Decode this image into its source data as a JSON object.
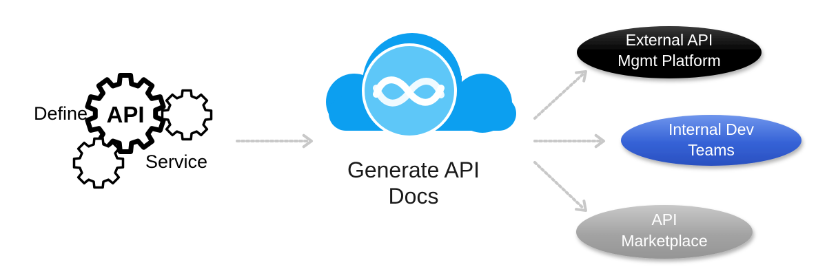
{
  "source": {
    "gear_label": "API",
    "left_label": "Define",
    "right_label": "Service"
  },
  "center": {
    "label_line1": "Generate API",
    "label_line2": "Docs"
  },
  "targets": [
    {
      "line1": "External API",
      "line2": "Mgmt Platform",
      "color": "#000000",
      "text_color": "#ffffff"
    },
    {
      "line1": "Internal Dev",
      "line2": "Teams",
      "color": "#3a68d8",
      "text_color": "#ffffff"
    },
    {
      "line1": "API",
      "line2": "Marketplace",
      "color": "#a6a6a6",
      "text_color": "#ffffff"
    }
  ],
  "colors": {
    "cloud": "#0c9ff0",
    "cloud_circle": "#5ec7f8",
    "arrow": "#c8c8c8",
    "outline": "#000000"
  }
}
